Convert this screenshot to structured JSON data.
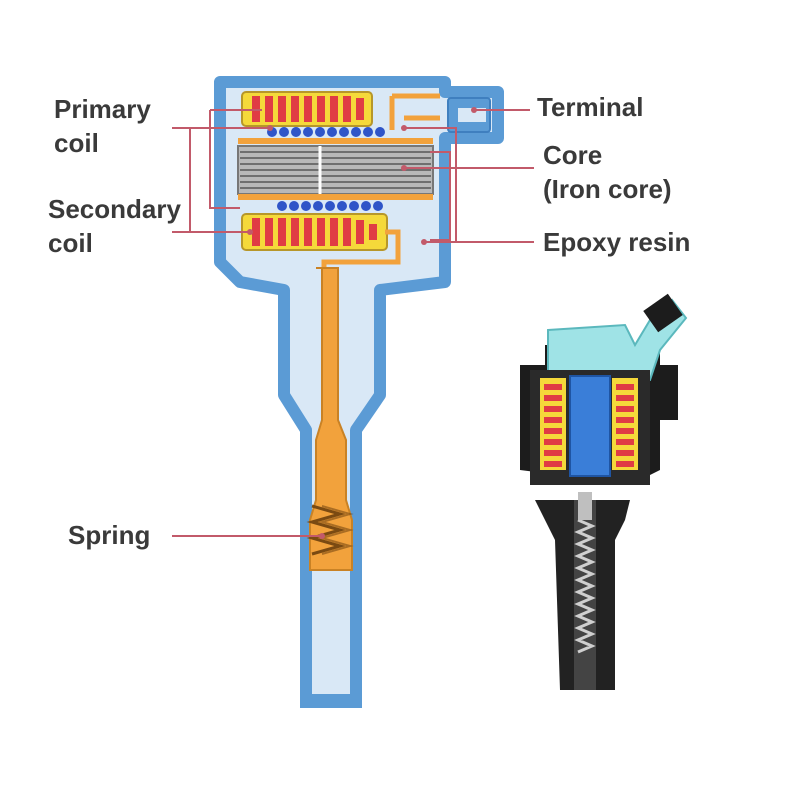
{
  "labels": {
    "primary_coil": [
      "Primary",
      "coil"
    ],
    "secondary_coil": [
      "Secondary",
      "coil"
    ],
    "terminal": "Terminal",
    "core": [
      "Core",
      "(Iron core)"
    ],
    "epoxy_resin": "Epoxy resin",
    "spring": "Spring"
  },
  "colors": {
    "housing_blue": "#5b9bd5",
    "housing_light": "#d9e8f6",
    "coil_red": "#e03c44",
    "coil_yellow": "#f5d93a",
    "wire_orange": "#f2a23c",
    "core_grey": "#9a9a9a",
    "dot_blue": "#2f55c8",
    "leader_line": "#c25a6a",
    "label_text": "#3a3a3a",
    "cutaway_black": "#1c1c1c",
    "cutaway_cyan": "#9fe3e6",
    "cutaway_core_blue": "#3a7ed8"
  }
}
